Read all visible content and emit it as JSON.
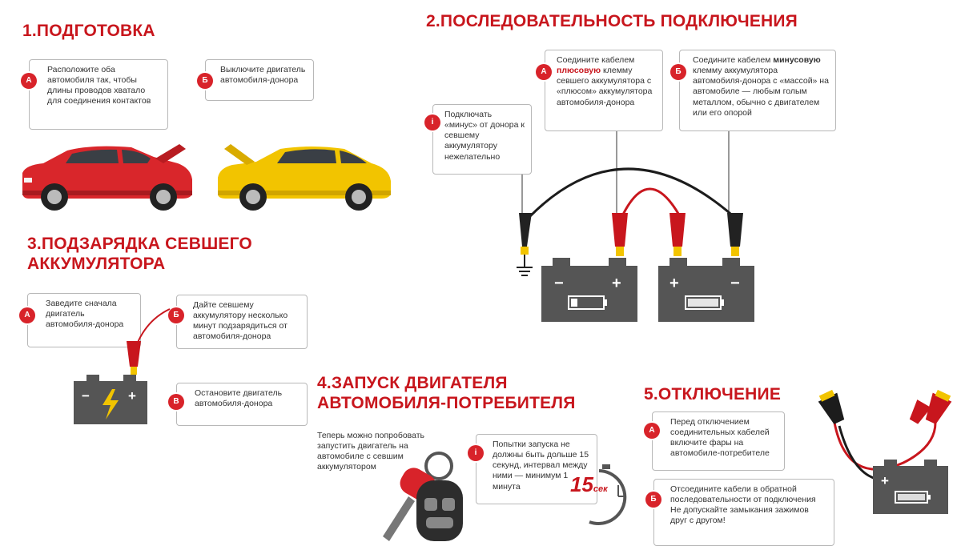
{
  "sections": {
    "s1": {
      "title": "1.ПОДГОТОВКА",
      "a_badge": "А",
      "a_text": "Расположите оба автомобиля так, чтобы длины проводов хватало для соединения контактов",
      "b_badge": "Б",
      "b_text": "Выключите двигатель автомобиля-донора"
    },
    "s2": {
      "title": "2.ПОСЛЕДОВАТЕЛЬНОСТЬ ПОДКЛЮЧЕНИЯ",
      "info_badge": "i",
      "info_text": "Подключать «минус» от донора к севшему аккумулятору нежелательно",
      "a_badge": "А",
      "a_pre": "Соедините кабелем ",
      "a_bold": "плюсовую",
      "a_post": " клемму севшего аккумулятора с «плюсом» аккумулятора автомобиля-донора",
      "b_badge": "Б",
      "b_pre": "Соедините кабелем ",
      "b_bold": "минусовую",
      "b_post": " клемму аккумулятора автомобиля-донора с «массой» на автомобиле — любым голым металлом, обычно с двигателем или его опорой"
    },
    "s3": {
      "title": "3.ПОДЗАРЯДКА СЕВШЕГО АККУМУЛЯТОРА",
      "a_badge": "А",
      "a_text": "Заведите сначала двигатель автомобиля-донора",
      "b_badge": "Б",
      "b_text": "Дайте севшему аккумулятору несколько минут подзарядиться от автомобиля-донора",
      "c_badge": "В",
      "c_text": "Остановите двигатель автомобиля-донора"
    },
    "s4": {
      "title": "4.ЗАПУСК ДВИГАТЕЛЯ АВТОМОБИЛЯ-ПОТРЕБИТЕЛЯ",
      "intro_text": "Теперь можно попробовать запустить двигатель на автомобиле с севшим аккумулятором",
      "info_badge": "i",
      "info_text": "Попытки запуска не должны быть дольше 15 секунд, интервал между ними — минимум 1 минута",
      "timer_value": "15",
      "timer_unit": "сек"
    },
    "s5": {
      "title": "5.ОТКЛЮЧЕНИЕ",
      "a_badge": "А",
      "a_text": "Перед отключением соединительных кабелей включите фары на автомобиле-потребителе",
      "b_badge": "Б",
      "b_text": "Отсоедините кабели в обратной последовательности от подключения Не допускайте замыкания зажимов друг с другом!"
    }
  },
  "battery_signs": {
    "minus": "−",
    "plus": "+"
  },
  "colors": {
    "accent": "#d8232a",
    "heading": "#c8161d",
    "battery": "#555555",
    "car_red": "#d9262b",
    "car_yellow": "#f2c400"
  }
}
